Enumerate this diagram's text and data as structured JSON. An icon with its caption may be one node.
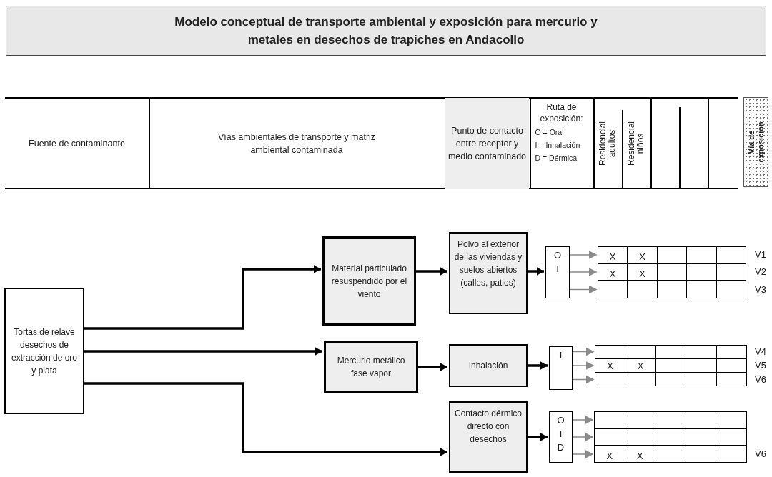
{
  "diagram": {
    "title": "Modelo conceptual de transporte ambiental y exposición para mercurio y metales en desechos de trapiches en Andacollo",
    "nodes": [
      {
        "text": [
          "Tortas de relave desechos de extracción de oro y plata"
        ]
      },
      {
        "text": [
          "Material particulado resuspendido por el viento"
        ]
      },
      {
        "text": [
          "Mercurio metálico fase vapor"
        ]
      },
      {
        "text": [
          "Polvo al exterior de las viviendas y suelos abiertos (calles, patios)"
        ]
      },
      {
        "text": [
          "Inhalación"
        ]
      },
      {
        "text": [
          "Contacto dérmico directo con desechos"
        ]
      },
      {
        "text": [
          "O",
          "I"
        ]
      },
      {
        "text": [
          "I"
        ]
      },
      {
        "text": [
          "O",
          "I",
          "D"
        ]
      },
      {
        "text": [
          "X",
          "X"
        ],
        "beside": [
          "V1"
        ]
      },
      {
        "text": [
          "X",
          "X"
        ],
        "beside": [
          "V2"
        ]
      },
      {
        "text": [],
        "shape": "box",
        "beside": [
          "V3"
        ]
      },
      {
        "text": [],
        "shape": "box",
        "beside": [
          "V4"
        ]
      },
      {
        "text": [
          "X",
          "X"
        ],
        "beside": [
          "V5"
        ]
      },
      {
        "text": [],
        "shape": "box",
        "beside": [
          "V6"
        ]
      },
      {
        "text": [],
        "shape": "box"
      },
      {
        "text": [],
        "shape": "box"
      },
      {
        "text": [
          "X",
          "X"
        ],
        "beside": [
          "V6"
        ]
      }
    ],
    "edges": [
      {
        "from": 0,
        "to": 1,
        "arrow": "to",
        "style": "thick",
        "color": "#000000"
      },
      {
        "from": 0,
        "to": 2,
        "arrow": "to",
        "style": "thick",
        "color": "#000000"
      },
      {
        "from": 0,
        "to": 5,
        "arrow": "to",
        "style": "thick",
        "color": "#000000"
      },
      {
        "from": 1,
        "to": 3,
        "arrow": "to",
        "style": "thick",
        "color": "#000000"
      },
      {
        "from": 2,
        "to": 4,
        "arrow": "to",
        "style": "thick",
        "color": "#000000"
      },
      {
        "from": 3,
        "to": 6,
        "arrow": "to",
        "style": "thick",
        "color": "#000000"
      },
      {
        "from": 4,
        "to": 7,
        "arrow": "to",
        "style": "thick",
        "color": "#000000"
      },
      {
        "from": 5,
        "to": 8,
        "arrow": "to",
        "style": "thick",
        "color": "#000000"
      },
      {
        "from": 6,
        "to": 9,
        "arrow": "to",
        "color": "#8a8a8a"
      },
      {
        "from": 6,
        "to": 10,
        "arrow": "to",
        "color": "#8a8a8a"
      },
      {
        "from": 6,
        "to": 11,
        "arrow": "to",
        "color": "#8a8a8a"
      },
      {
        "from": 7,
        "to": 12,
        "arrow": "to",
        "color": "#8a8a8a"
      },
      {
        "from": 7,
        "to": 13,
        "arrow": "to",
        "color": "#8a8a8a"
      },
      {
        "from": 7,
        "to": 14,
        "arrow": "to",
        "color": "#8a8a8a"
      },
      {
        "from": 8,
        "to": 15,
        "arrow": "to",
        "color": "#8a8a8a"
      },
      {
        "from": 8,
        "to": 16,
        "arrow": "to",
        "color": "#8a8a8a"
      },
      {
        "from": 8,
        "to": 17,
        "arrow": "to",
        "color": "#8a8a8a"
      }
    ],
    "labels": [
      "Fuente de contaminante",
      "Vías ambientales de transporte y matriz ambiental contaminada",
      "Punto de contacto entre receptor y medio contaminado",
      "Ruta de exposición:",
      "O = Oral",
      "I = Inhalación",
      "D = Dérmica",
      "Residencial adultos",
      "Residencial niños",
      "Vía de exposición"
    ]
  }
}
